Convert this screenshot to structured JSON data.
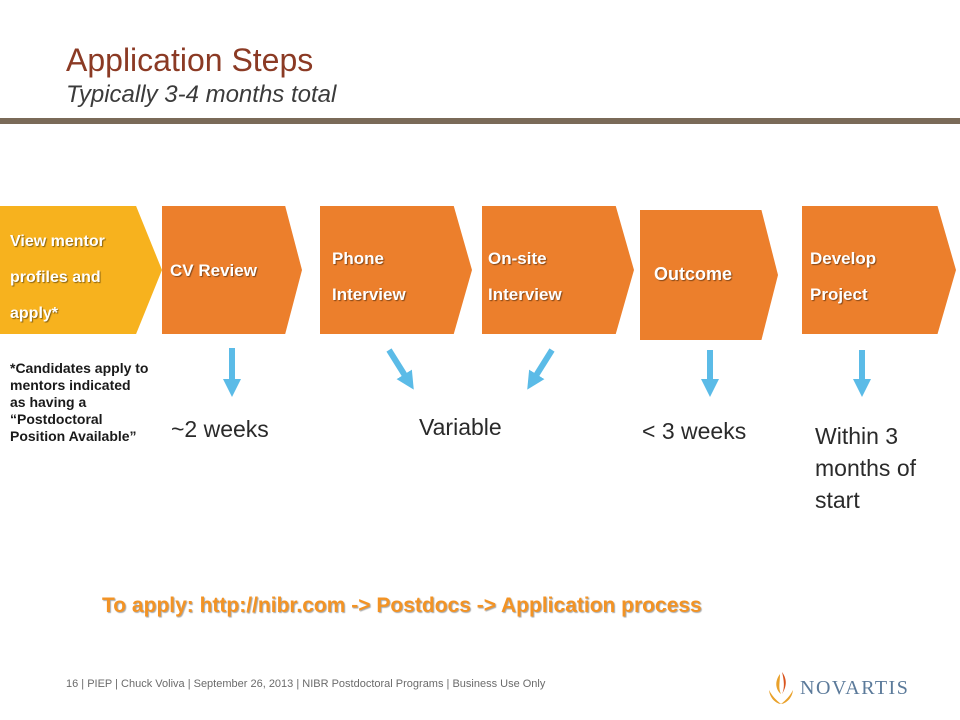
{
  "slide": {
    "title": "Application Steps",
    "subtitle": "Typically 3-4 months total"
  },
  "steps": [
    {
      "label": "View mentor profiles and apply*"
    },
    {
      "label": "CV Review"
    },
    {
      "label": "Phone Interview",
      "line1": "Phone",
      "line2": "Interview"
    },
    {
      "label": "On-site Interview",
      "line1": "On-site",
      "line2": "Interview"
    },
    {
      "label": "Outcome"
    },
    {
      "label": "Develop Project",
      "line1": "Develop",
      "line2": "Project"
    }
  ],
  "footnote": "*Candidates apply to mentors indicated as having a “Postdoctoral Position Available”",
  "durations": [
    "~2 weeks",
    "Variable",
    "< 3 weeks",
    "Within 3 months of start"
  ],
  "apply_note": "To apply: http://nibr.com  -> Postdocs  -> Application process",
  "footer": "16 | PIEP | Chuck Voliva | September 26, 2013 | NIBR Postdoctoral Programs | Business Use Only",
  "logo": {
    "name": "NOVARTIS"
  },
  "colors": {
    "title": "#8b3a24",
    "rule": "#7a6a58",
    "step_first": "#f7b21e",
    "step": "#ec7f2c",
    "arrow": "#5bbbe7",
    "apply_text": "#f39324"
  }
}
